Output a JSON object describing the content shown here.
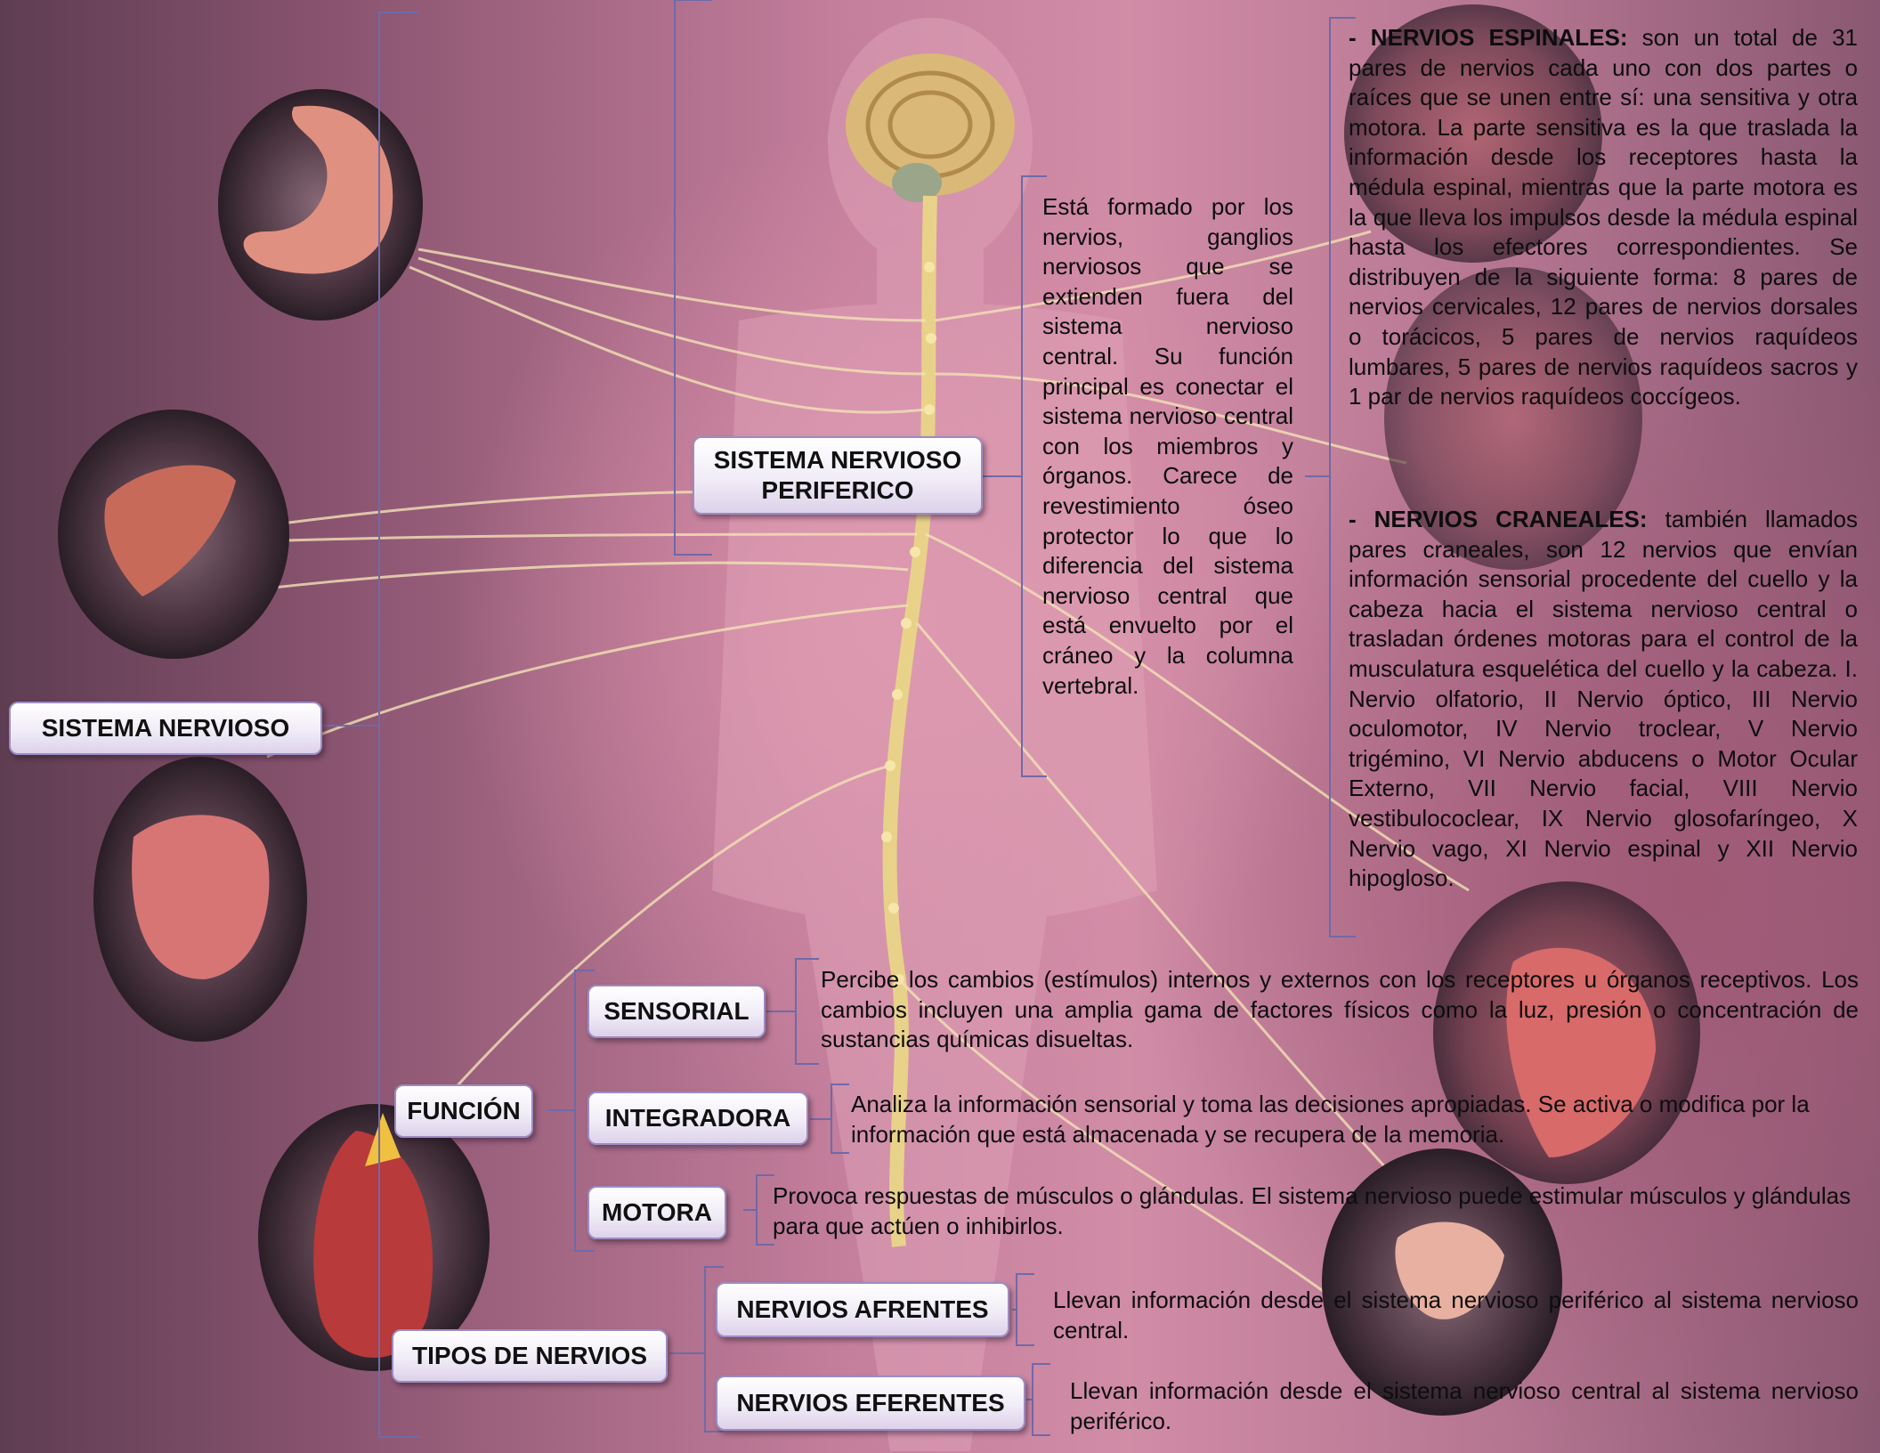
{
  "root": {
    "label": "SISTEMA NERVIOSO"
  },
  "periferico": {
    "label_line1": "SISTEMA NERVIOSO",
    "label_line2": "PERIFERICO",
    "description": "Está formado por los nervios, ganglios nerviosos que se extienden fuera del sistema nervioso central. Su función principal es conectar el sistema nervioso central con los miembros y órganos. Carece de revestimiento óseo protector lo que lo diferencia del sistema nervioso central que está envuelto por el cráneo y la columna vertebral."
  },
  "espinales": {
    "heading": "- NERVIOS ESPINALES:",
    "text": "son un total de 31 pares de nervios cada uno con dos partes o raíces que se unen entre sí: una sensitiva y otra motora. La parte sensitiva es la que traslada la información desde los receptores hasta la médula espinal, mientras que la parte motora es la que lleva los impulsos desde la médula espinal hasta los efectores correspondientes. Se distribuyen de la siguiente forma: 8 pares de nervios cervicales, 12 pares de nervios dorsales o torácicos, 5 pares de nervios raquídeos lumbares, 5 pares de nervios raquídeos sacros y 1 par de nervios raquídeos coccígeos."
  },
  "craneales": {
    "heading": "- NERVIOS CRANEALES:",
    "text": "también llamados pares craneales, son 12 nervios que envían información sensorial procedente del cuello y la cabeza hacia el sistema nervioso central o trasladan órdenes motoras para el control de la musculatura esquelética del cuello y la cabeza. I. Nervio olfatorio, II Nervio óptico, III Nervio oculomotor, IV Nervio troclear, V Nervio trigémino, VI Nervio abducens o Motor Ocular Externo, VII Nervio facial, VIII Nervio vestibulococlear, IX Nervio glosofaríngeo, X Nervio vago, XI Nervio espinal y XII Nervio hipogloso."
  },
  "funcion": {
    "label": "FUNCIÓN",
    "sensorial": {
      "label": "SENSORIAL",
      "text": "Percibe los cambios (estímulos) internos y externos con los receptores u órganos receptivos. Los cambios incluyen una amplia gama de factores físicos como la luz, presión o concentración de sustancias químicas disueltas."
    },
    "integradora": {
      "label": "INTEGRADORA",
      "text": "Analiza la información sensorial y toma las decisiones apropiadas. Se activa o modifica por la información que está almacenada y se recupera de la memoria."
    },
    "motora": {
      "label": "MOTORA",
      "text": "Provoca respuestas de músculos o glándulas. El sistema nervioso puede estimular músculos y glándulas para que actúen o inhibirlos."
    }
  },
  "tipos": {
    "label": "TIPOS DE NERVIOS",
    "afrentes": {
      "label": "NERVIOS AFRENTES",
      "text": "Llevan información desde el sistema nervioso periférico al sistema nervioso central."
    },
    "eferentes": {
      "label": "NERVIOS EFERENTES",
      "text": "Llevan información desde el sistema nervioso central al sistema nervioso periférico."
    }
  },
  "colors": {
    "bracket": "#6f6aa8",
    "node_border": "#9c8cc3",
    "nerve": "#f3e2b6"
  }
}
